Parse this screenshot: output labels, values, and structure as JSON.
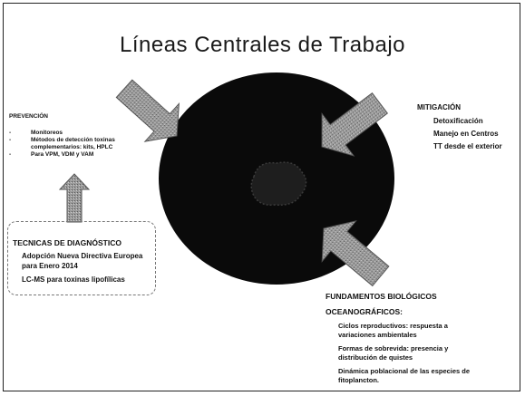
{
  "title": "Líneas Centrales de Trabajo",
  "prevencion": {
    "heading": "PREVENCIÓN",
    "items": [
      "Monitoreos",
      "Métodos de detección toxinas complementarios: kits, HPLC",
      "Para VPM, VDM y VAM"
    ]
  },
  "mitigacion": {
    "heading": "MITIGACIÓN",
    "items": [
      "Detoxificación",
      "Manejo en Centros",
      "TT desde el exterior"
    ]
  },
  "tecnicas": {
    "heading": "TECNICAS DE DIAGNÓSTICO",
    "items": [
      "Adopción Nueva Directiva Europea para Enero 2014",
      "LC-MS para toxinas lipofílicas"
    ]
  },
  "fundamentos": {
    "heading_line1": "FUNDAMENTOS BIOLÓGICOS",
    "heading_line2": "OCEANOGRÁFICOS:",
    "items": [
      "Ciclos reproductivos: respuesta a variaciones ambientales",
      "Formas de sobrevida: presencia y distribución de quistes",
      "Dinámica poblacional de las especies de fitoplancton."
    ]
  },
  "colors": {
    "ellipse": "#0a0a0a",
    "arrow": "#8a8a8a"
  }
}
